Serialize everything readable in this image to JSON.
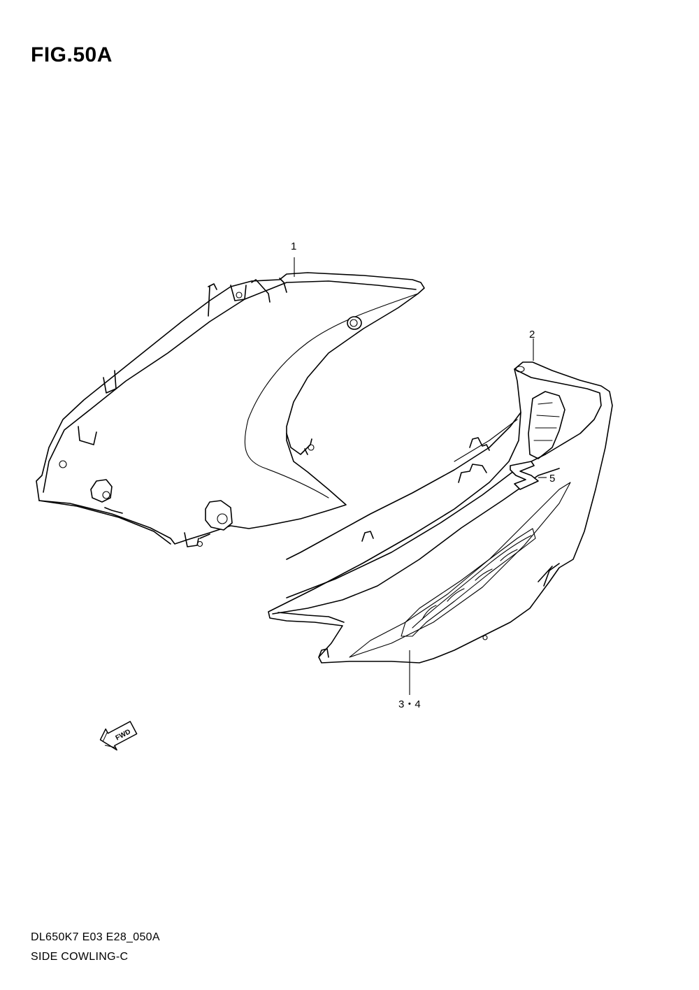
{
  "figure": {
    "title": "FIG.50A"
  },
  "callouts": {
    "c1": "1",
    "c2": "2",
    "c34": "3・4",
    "c5": "5"
  },
  "fwd_label": "FWD",
  "footer": {
    "code": "DL650K7 E03 E28_050A",
    "name": "SIDE COWLING-C"
  }
}
